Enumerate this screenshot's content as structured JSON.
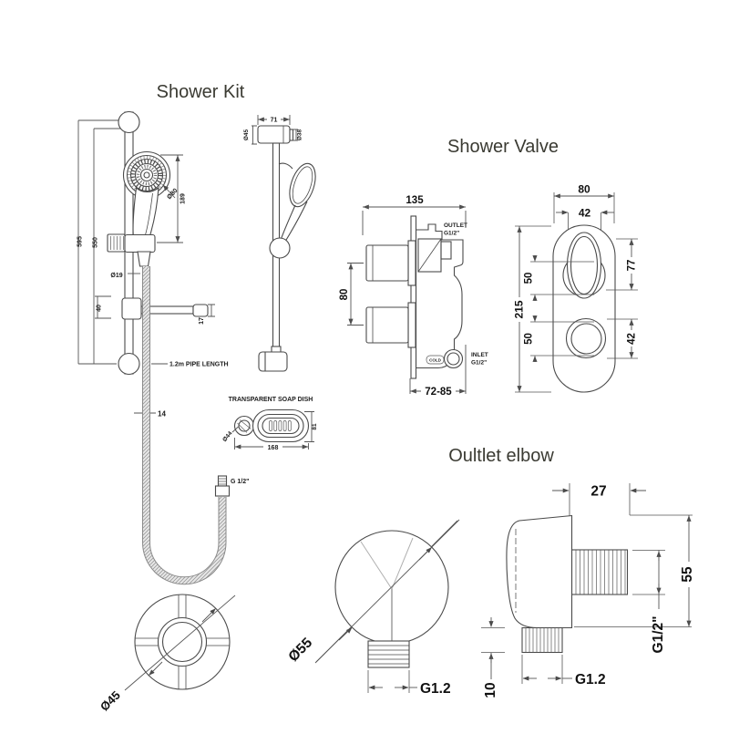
{
  "titles": {
    "shower_kit": "Shower Kit",
    "shower_valve": "Shower Valve",
    "outlet_elbow": "Oultlet elbow"
  },
  "shower_kit": {
    "front": {
      "h595": "595",
      "h550": "550",
      "d80": "Ø80",
      "h189": "189",
      "d19": "Ø19",
      "b40": "40",
      "t17": "17",
      "pipe": "1.2m PIPE LENGTH",
      "w14": "14",
      "thread": "G 1/2\"",
      "flange": "Ø45"
    },
    "side": {
      "w71": "71",
      "d45": "Ø45",
      "d38": "Ø38"
    },
    "dish": {
      "title": "TRANSPARENT SOAP DISH",
      "w168": "168",
      "h81": "81",
      "d44": "Ø44"
    }
  },
  "valve": {
    "side": {
      "w135": "135",
      "h80": "80",
      "outlet1": "OUTLET",
      "outlet2": "G1/2\"",
      "inlet1": "INLET",
      "inlet2": "G1/2\"",
      "cold": "COLD",
      "depth": "72-85"
    },
    "front": {
      "w80": "80",
      "w42": "42",
      "h215": "215",
      "s50a": "50",
      "s50b": "50",
      "h77": "77",
      "h42": "42"
    }
  },
  "elbow": {
    "front": {
      "d55": "Ø55",
      "thread": "G1.2"
    },
    "side": {
      "w27": "27",
      "h55": "55",
      "g12": "G1/2\"",
      "h10": "10",
      "thread": "G1.2"
    }
  }
}
